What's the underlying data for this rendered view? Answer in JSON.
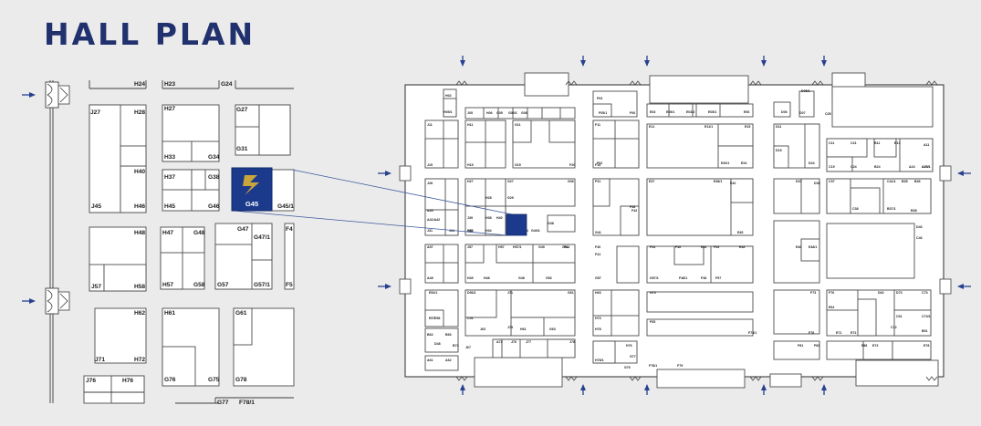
{
  "page": {
    "title": "HALL PLAN",
    "accent_color": "#21316e",
    "highlight_color": "#1b3a8c",
    "logo_color": "#c9a63b"
  },
  "highlight": {
    "stand": "G45",
    "logo_icon": "exhibitor-logo-icon"
  },
  "detail_map": {
    "labels": [
      "H24",
      "H23",
      "G24",
      "J27",
      "H28",
      "H27",
      "G27",
      "G31",
      "H33",
      "G34",
      "H40",
      "H37",
      "G38",
      "J45",
      "H46",
      "H45",
      "G46",
      "G45/1",
      "H48",
      "H47",
      "G48",
      "G47",
      "G47/1",
      "F4",
      "J57",
      "H58",
      "H57",
      "G58",
      "G57",
      "G57/1",
      "F5",
      "H62",
      "H61",
      "G61",
      "J71",
      "H72",
      "J76",
      "H76",
      "G76",
      "G75",
      "G78",
      "G77",
      "F78/1"
    ]
  },
  "overview_map": {
    "labels": [
      "H02",
      "H05/1",
      "J05",
      "H06",
      "G05",
      "G05/1",
      "G06",
      "F03",
      "F05/1",
      "F06",
      "F02",
      "E03",
      "E05/1",
      "E03/2",
      "E05/1",
      "E06",
      "D06",
      "D07",
      "D05/1",
      "C05",
      "J11",
      "J15",
      "H11",
      "H15",
      "G11",
      "G15",
      "F11",
      "F15",
      "F20",
      "E11",
      "E11/1",
      "E15",
      "E20/1",
      "E24",
      "D11",
      "D15",
      "D24",
      "C11",
      "C19",
      "C21",
      "C24",
      "B11",
      "B13",
      "B24",
      "A11",
      "A15/1",
      "A24",
      "A25/1",
      "J28",
      "J31",
      "J34",
      "H27",
      "H28",
      "H33",
      "H34",
      "G27",
      "G29",
      "G33",
      "G34",
      "G36",
      "G40/1",
      "F31",
      "F38",
      "E37",
      "E38/1",
      "E42",
      "D37",
      "D38",
      "C37",
      "C38",
      "C41/1",
      "B35",
      "B37/1",
      "B36",
      "B38",
      "A35",
      "A41/A42",
      "J39",
      "J40",
      "H38",
      "H40",
      "G38",
      "G41",
      "F40",
      "F41",
      "F42",
      "F43",
      "F44",
      "F46",
      "E44",
      "E45",
      "E46",
      "D46",
      "C46",
      "A48",
      "A57",
      "J57",
      "H48",
      "H49",
      "H57",
      "H57/1",
      "G48",
      "G49",
      "G51",
      "G52",
      "G57",
      "G57/1",
      "F48/1",
      "F48",
      "F49",
      "F57",
      "E48",
      "E48/1",
      "E52/1",
      "E57",
      "E58",
      "D48",
      "D56/1",
      "C51",
      "J63",
      "J67",
      "J71",
      "J73",
      "H61",
      "H63",
      "H73",
      "H78",
      "G61",
      "G63",
      "G73",
      "F65",
      "F73/1",
      "F73",
      "F78",
      "F76",
      "E62",
      "E71",
      "E72",
      "D62",
      "D73",
      "C61",
      "C72",
      "C73",
      "C73/1",
      "B61",
      "B62",
      "B66",
      "B73",
      "A61",
      "A62",
      "A73",
      "J76",
      "J77",
      "J78",
      "H76",
      "H78/1",
      "G76",
      "G77",
      "F78/1",
      "F79",
      "F81",
      "F83",
      "F88",
      "E73",
      "E78",
      "D77",
      "D79",
      "C76",
      "C78",
      "B76",
      "B77/A76",
      "A76"
    ]
  }
}
